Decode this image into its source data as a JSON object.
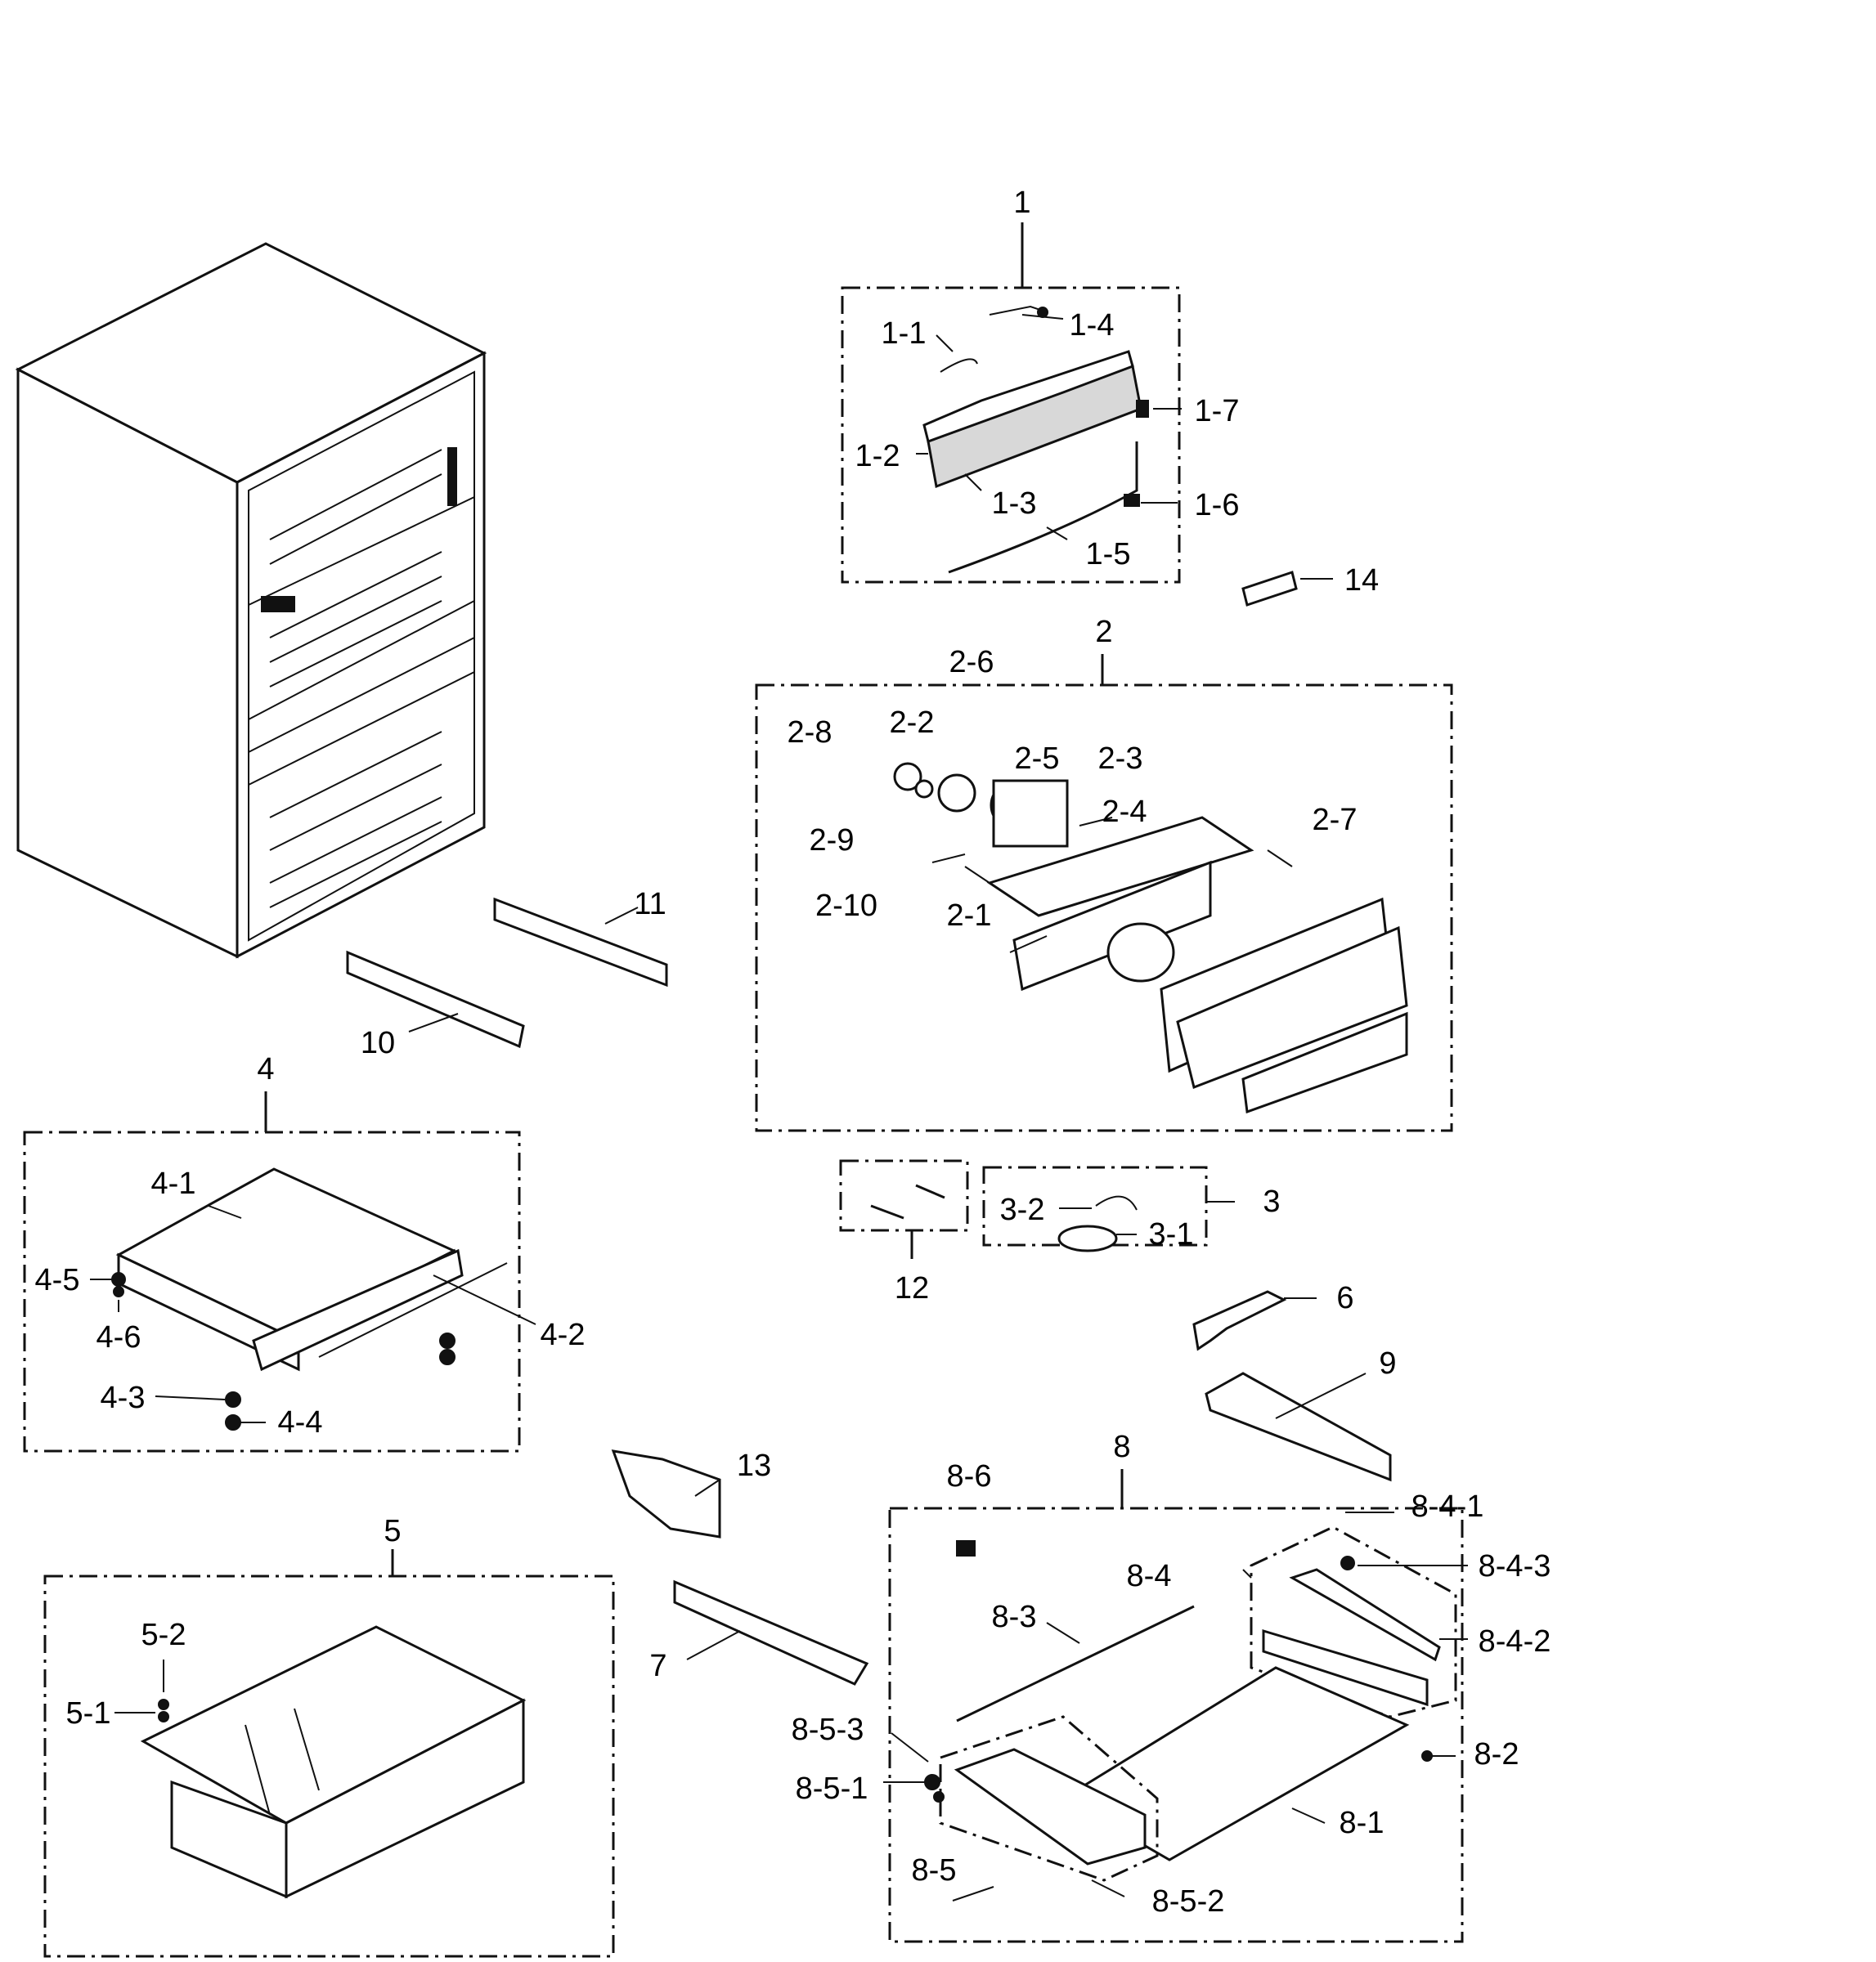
{
  "groups": {
    "g1": "1",
    "g2": "2",
    "g3": "3",
    "g4": "4",
    "g5": "5",
    "g8": "8",
    "g12": "12"
  },
  "labels": {
    "l1_1": "1-1",
    "l1_2": "1-2",
    "l1_3": "1-3",
    "l1_4": "1-4",
    "l1_5": "1-5",
    "l1_6": "1-6",
    "l1_7": "1-7",
    "l2_1": "2-1",
    "l2_2": "2-2",
    "l2_3": "2-3",
    "l2_4": "2-4",
    "l2_5": "2-5",
    "l2_6": "2-6",
    "l2_7": "2-7",
    "l2_8": "2-8",
    "l2_9": "2-9",
    "l2_10": "2-10",
    "l3_1": "3-1",
    "l3_2": "3-2",
    "l4_1": "4-1",
    "l4_2": "4-2",
    "l4_3": "4-3",
    "l4_4": "4-4",
    "l4_5": "4-5",
    "l4_6": "4-6",
    "l5_1": "5-1",
    "l5_2": "5-2",
    "l6": "6",
    "l7": "7",
    "l9": "9",
    "l10": "10",
    "l11": "11",
    "l13": "13",
    "l14": "14",
    "l8_1": "8-1",
    "l8_2": "8-2",
    "l8_3": "8-3",
    "l8_4": "8-4",
    "l8_4_1": "8-4-1",
    "l8_4_2": "8-4-2",
    "l8_4_3": "8-4-3",
    "l8_5": "8-5",
    "l8_5_1": "8-5-1",
    "l8_5_2": "8-5-2",
    "l8_5_3": "8-5-3",
    "l8_6": "8-6"
  }
}
